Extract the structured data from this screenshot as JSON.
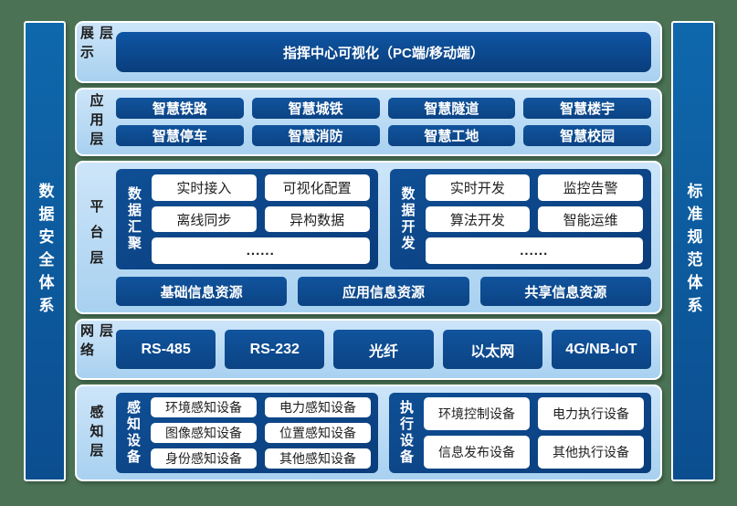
{
  "colors": {
    "background_green": "#4b7254",
    "panel_light_blue": "#aed4f1",
    "box_dark_blue": "#0c4a8e",
    "sidebar_blue": "#0c5ea4",
    "white_button": "#ffffff"
  },
  "sidebars": {
    "left": "数据安全体系",
    "right": "标准规范体系"
  },
  "layers": {
    "display": {
      "label": "展示层",
      "main_box": "指挥中心可视化（PC端/移动端）"
    },
    "application": {
      "label": "应用层",
      "items": [
        "智慧铁路",
        "智慧城铁",
        "智慧隧道",
        "智慧楼宇",
        "智慧停车",
        "智慧消防",
        "智慧工地",
        "智慧校园"
      ]
    },
    "platform": {
      "label": "平台层",
      "groups": [
        {
          "label": "数据汇聚",
          "items": [
            "实时接入",
            "可视化配置",
            "离线同步",
            "异构数据"
          ],
          "more": "......"
        },
        {
          "label": "数据开发",
          "items": [
            "实时开发",
            "监控告警",
            "算法开发",
            "智能运维"
          ],
          "more": "......"
        }
      ],
      "resources": [
        "基础信息资源",
        "应用信息资源",
        "共享信息资源"
      ]
    },
    "network": {
      "label": "网络层",
      "items": [
        "RS-485",
        "RS-232",
        "光纤",
        "以太网",
        "4G/NB-IoT"
      ]
    },
    "perception": {
      "label": "感知层",
      "groups": [
        {
          "label": "感知设备",
          "items": [
            "环境感知设备",
            "电力感知设备",
            "图像感知设备",
            "位置感知设备",
            "身份感知设备",
            "其他感知设备"
          ]
        },
        {
          "label": "执行设备",
          "items": [
            "环境控制设备",
            "电力执行设备",
            "信息发布设备",
            "其他执行设备"
          ]
        }
      ]
    }
  }
}
